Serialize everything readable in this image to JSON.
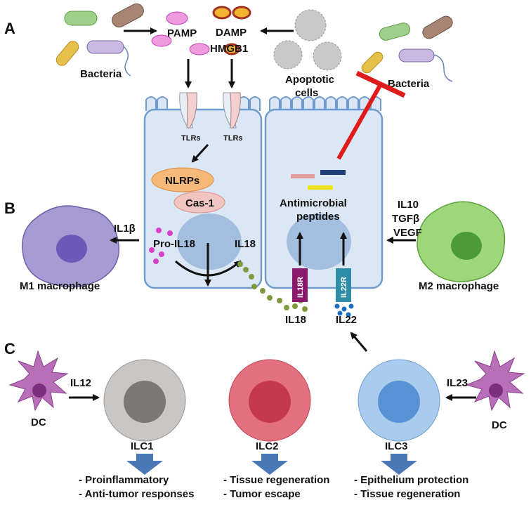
{
  "panels": {
    "a": "A",
    "b": "B",
    "c": "C"
  },
  "top": {
    "bacteria_left": "Bacteria",
    "bacteria_right": "Bacteria",
    "pamp": "PAMP",
    "damp": "DAMP",
    "hmgb1": "HMGB1",
    "apoptotic_line1": "Apoptotic",
    "apoptotic_line2": "cells"
  },
  "left_cell": {
    "tlrs_1": "TLRs",
    "tlrs_2": "TLRs",
    "nlrps": "NLRPs",
    "cas1": "Cas-1",
    "pro_il18": "Pro-IL18",
    "il18": "IL18"
  },
  "right_cell": {
    "amp_line1": "Antimicrobial",
    "amp_line2": "peptides",
    "il18r": "IL18R",
    "il22r": "IL22R",
    "il18": "IL18",
    "il22": "IL22"
  },
  "macrophages": {
    "m1": "M1 macrophage",
    "m1_signal": "IL1β",
    "m2": "M2 macrophage",
    "m2_signals": [
      "IL10",
      "TGFβ",
      "VEGF"
    ]
  },
  "ilc": {
    "dc_left": "DC",
    "dc_right": "DC",
    "il12": "IL12",
    "il23": "IL23",
    "cells": [
      {
        "name": "ILC1",
        "functions": [
          "- Proinflammatory",
          "- Anti-tumor responses"
        ]
      },
      {
        "name": "ILC2",
        "functions": [
          "- Tissue regeneration",
          "- Tumor escape"
        ]
      },
      {
        "name": "ILC3",
        "functions": [
          "- Epithelium protection",
          "- Tissue regeneration"
        ]
      }
    ]
  },
  "colors": {
    "cell_fill": "#dbe7f4",
    "cell_stroke": "#6f9ccd",
    "nucleus": "#a4bedf",
    "ilc1": "#c9c6c4",
    "ilc2": "#e2707f",
    "ilc3": "#a9ccee",
    "m1": "#a79bd3",
    "m2": "#9ed67b",
    "dc": "#b76fb8",
    "blue_arrow": "#4a78b6",
    "inhibit": "#e01b1b"
  }
}
